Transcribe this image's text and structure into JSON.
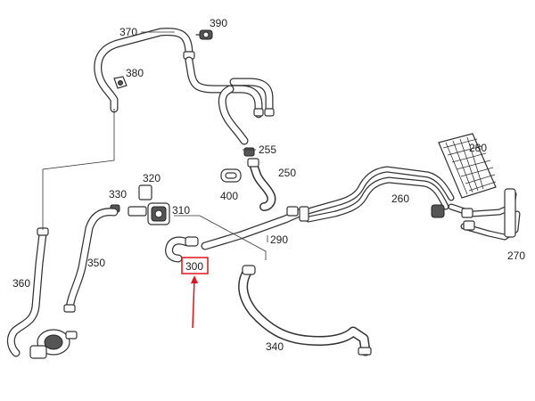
{
  "labels": {
    "p370": "370",
    "p390": "390",
    "p380": "380",
    "p255": "255",
    "p250": "250",
    "p400": "400",
    "p320": "320",
    "p330": "330",
    "p310": "310",
    "p290": "290",
    "p300": "300",
    "p350": "350",
    "p360": "360",
    "p340": "340",
    "p260": "260",
    "p280": "280",
    "p270": "270"
  },
  "highlight": {
    "part": "300",
    "box_color": "#e0141e",
    "arrow_color": "#e0141e"
  }
}
